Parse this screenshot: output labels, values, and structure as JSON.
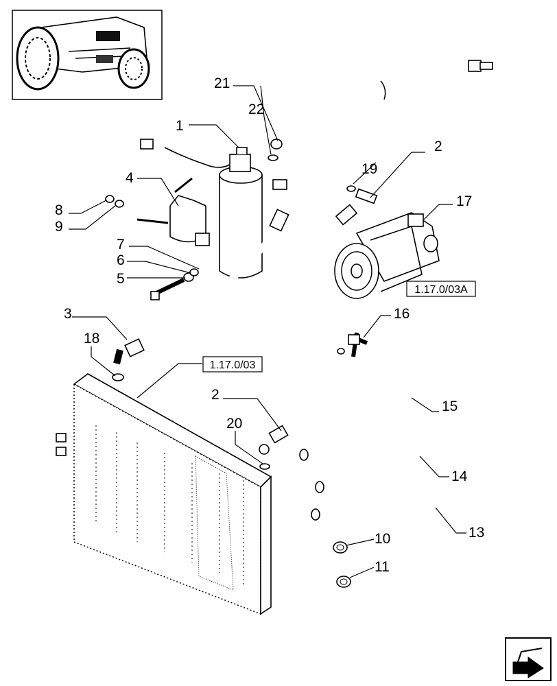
{
  "callouts": {
    "c1": "1",
    "c2a": "2",
    "c2b": "2",
    "c3": "3",
    "c4": "4",
    "c5": "5",
    "c6": "6",
    "c7": "7",
    "c8": "8",
    "c9": "9",
    "c10": "10",
    "c11": "11",
    "c13": "13",
    "c14": "14",
    "c15": "15",
    "c16": "16",
    "c17": "17",
    "c18": "18",
    "c19": "19",
    "c20": "20",
    "c21": "21",
    "c22": "22"
  },
  "references": {
    "radiator_ref": "1.17.0/03",
    "compressor_ref": "1.17.0/03A"
  },
  "icons": {
    "thumbnail": "tractor-thumbnail-icon",
    "navigation": "next-page-arrow-icon"
  }
}
